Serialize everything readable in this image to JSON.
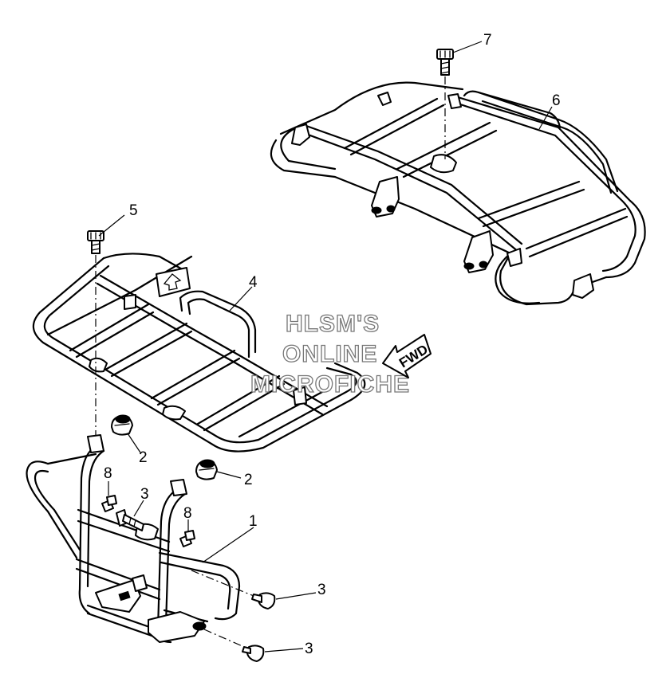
{
  "callouts": {
    "c1": "1",
    "c2a": "2",
    "c2b": "2",
    "c3a": "3",
    "c3b": "3",
    "c3c": "3",
    "c4": "4",
    "c5": "5",
    "c6": "6",
    "c7": "7",
    "c8a": "8",
    "c8b": "8"
  },
  "watermark": {
    "line1": "HLSM'S",
    "line2": "ONLINE",
    "line3": "MICROFICHE"
  },
  "direction_arrow": {
    "label": "FWD",
    "icon": "fwd-arrow-icon"
  }
}
